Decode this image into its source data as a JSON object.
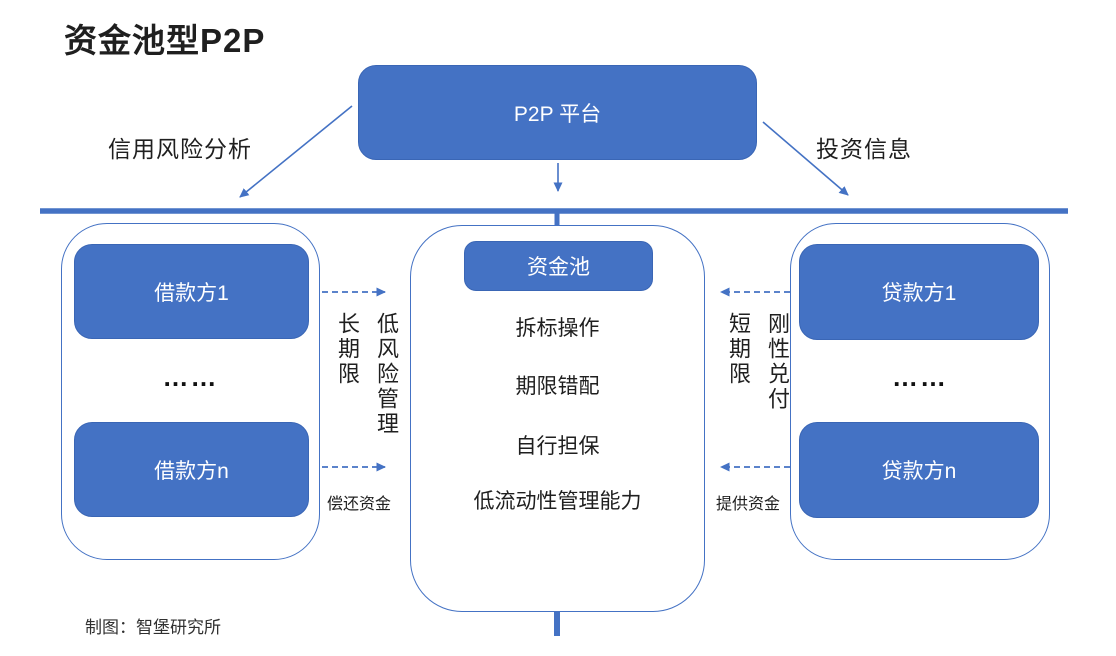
{
  "title": "资金池型P2P",
  "colors": {
    "primary": "#4472C4",
    "node_fill": "#4472C4",
    "node_border": "#3A66B5",
    "node_text": "#ffffff",
    "text": "#1f1f1f",
    "background": "#ffffff"
  },
  "top": {
    "platform_label": "P2P 平台",
    "left_edge_label": "信用风险分析",
    "right_edge_label": "投资信息"
  },
  "left_group": {
    "items": [
      "借款方1",
      "……",
      "借款方n"
    ]
  },
  "center_group": {
    "header": "资金池",
    "items": [
      "拆标操作",
      "期限错配",
      "自行担保",
      "低流动性管理能力"
    ]
  },
  "right_group": {
    "items": [
      "贷款方1",
      "……",
      "贷款方n"
    ]
  },
  "left_flow": {
    "vertical_labels": [
      "长期限",
      "低风险管理"
    ],
    "bottom_label": "偿还资金"
  },
  "right_flow": {
    "vertical_labels": [
      "短期限",
      "刚性兑付"
    ],
    "bottom_label": "提供资金"
  },
  "footer": {
    "credit": "制图：智堡研究所"
  }
}
